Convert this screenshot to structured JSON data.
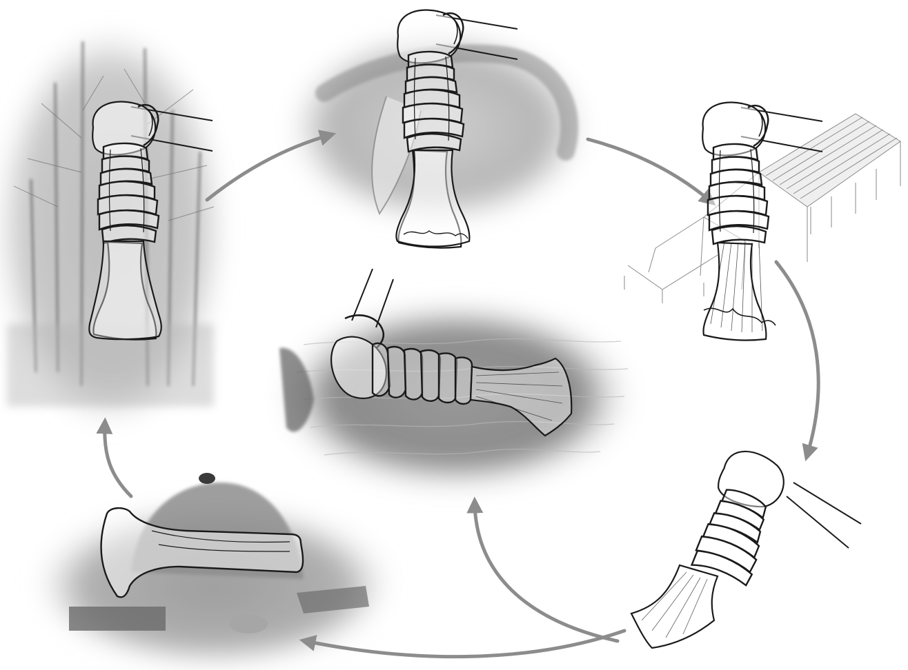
{
  "diagram": {
    "kind": "cycle",
    "stages": [
      {
        "id": "forest",
        "scene": "forest",
        "artifact": "hafted-axe"
      },
      {
        "id": "ritual",
        "scene": "ram-skull",
        "artifact": "hafted-axe"
      },
      {
        "id": "settlement",
        "scene": "longhouse",
        "artifact": "hafted-axe"
      },
      {
        "id": "use",
        "scene": "none",
        "artifact": "hafted-axe"
      },
      {
        "id": "smelting",
        "scene": "furnace",
        "artifact": "axe-blade"
      }
    ],
    "center": {
      "id": "deposition",
      "scene": "water",
      "artifact": "hafted-axe"
    },
    "arrows": [
      {
        "from": "forest",
        "to": "ritual"
      },
      {
        "from": "ritual",
        "to": "settlement"
      },
      {
        "from": "settlement",
        "to": "use"
      },
      {
        "from": "use",
        "to": "smelting"
      },
      {
        "from": "use",
        "to": "deposition"
      },
      {
        "from": "smelting",
        "to": "forest"
      }
    ],
    "colors": {
      "arrow": "#8c8c8c",
      "ink": "#1a1a1a",
      "scene_dark": "#6e6e6e",
      "scene_mid": "#a8a8a8",
      "scene_light": "#d4d4d4",
      "background": "#ffffff"
    }
  }
}
